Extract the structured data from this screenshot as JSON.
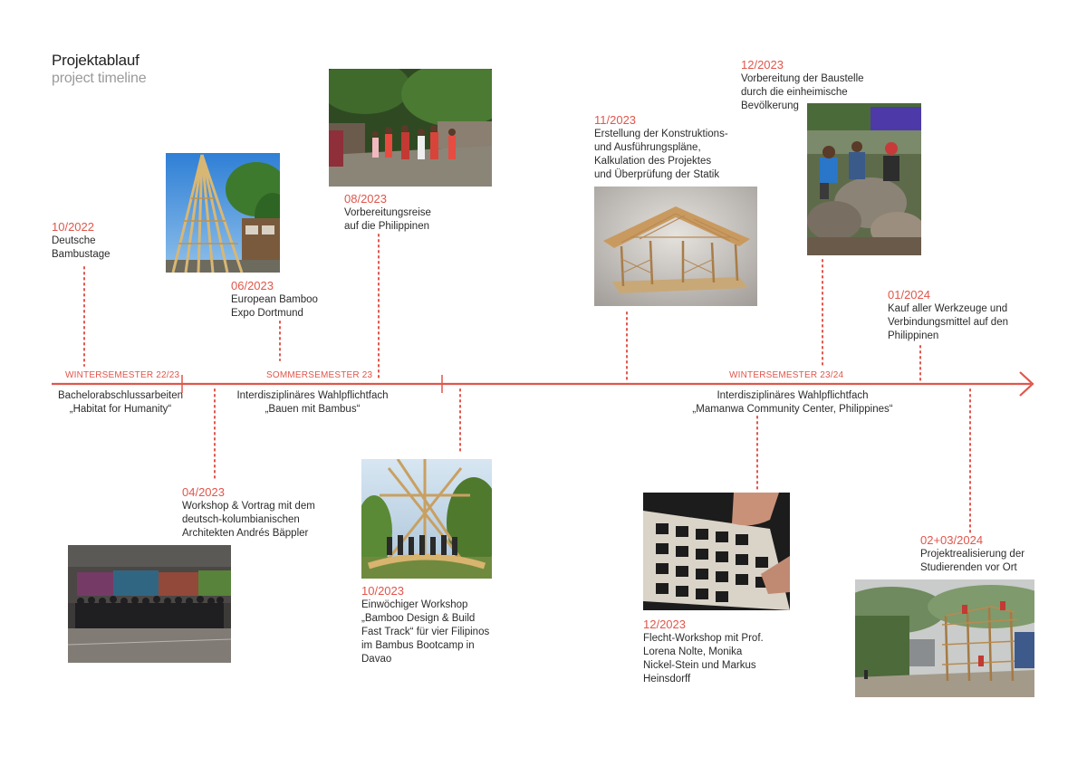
{
  "title": "Projektablauf",
  "subtitle": "project timeline",
  "colors": {
    "accent": "#e0564b",
    "text": "#2b2b2b",
    "muted": "#9a9a9a"
  },
  "semesters": [
    {
      "label": "WINTERSEMESTER 22/23"
    },
    {
      "label": "SOMMERSEMESTER 23"
    },
    {
      "label": "WINTERSEMESTER 23/24"
    }
  ],
  "courses": [
    {
      "text": "Bachelorabschlussarbeiten\n„Habitat for Humanity“"
    },
    {
      "text": "Interdisziplinäres Wahlpflichtfach\n„Bauen mit Bambus“"
    },
    {
      "text": "Interdisziplinäres Wahlpflichtfach\n„Mamanwa Community Center, Philippines“"
    }
  ],
  "events": [
    {
      "date": "10/2022",
      "desc": "Deutsche\nBambustage"
    },
    {
      "date": "06/2023",
      "desc": "European Bamboo\nExpo Dortmund"
    },
    {
      "date": "08/2023",
      "desc": "Vorbereitungsreise\nauf die Philippinen"
    },
    {
      "date": "11/2023",
      "desc": "Erstellung der Konstruktions-\nund Ausführungspläne,\nKalkulation des Projektes\nund Überprüfung der Statik"
    },
    {
      "date": "12/2023",
      "desc": "Vorbereitung der Baustelle\ndurch die einheimische\nBevölkerung"
    },
    {
      "date": "01/2024",
      "desc": "Kauf aller Werkzeuge und\nVerbindungsmittel auf den\nPhilippinen"
    },
    {
      "date": "04/2023",
      "desc": "Workshop & Vortrag mit dem\ndeutsch-kolumbianischen\nArchitekten Andrés Bäppler"
    },
    {
      "date": "10/2023",
      "desc": "Einwöchiger Workshop\n„Bamboo Design & Build\nFast Track“ für vier Filipinos\nim Bambus Bootcamp in\nDavao"
    },
    {
      "date": "12/2023",
      "desc": "Flecht-Workshop mit Prof.\nLorena Nolte, Monika\nNickel-Stein und Markus\nHeinsdorff"
    },
    {
      "date": "02+03/2024",
      "desc": "Projektrealisierung der\nStudierenden vor Ort"
    }
  ],
  "photos": [
    {
      "icon": "bamboo-tower-photo"
    },
    {
      "icon": "street-walk-photo"
    },
    {
      "icon": "roof-model-photo"
    },
    {
      "icon": "site-workers-photo"
    },
    {
      "icon": "group-photo"
    },
    {
      "icon": "bootcamp-photo"
    },
    {
      "icon": "weaving-photo"
    },
    {
      "icon": "construction-photo"
    }
  ]
}
